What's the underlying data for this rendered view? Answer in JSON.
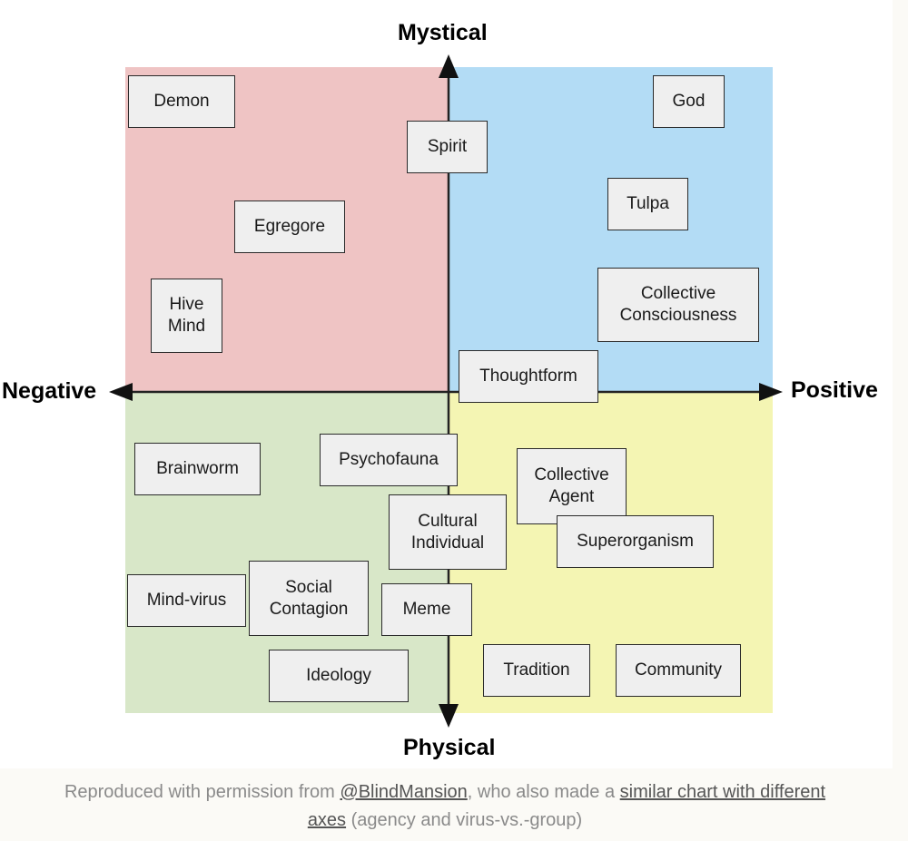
{
  "diagram": {
    "axis_labels": {
      "top": "Mystical",
      "bottom": "Physical",
      "left": "Negative",
      "right": "Positive"
    },
    "quadrant_colors": {
      "top_left": "#efc4c4",
      "top_right": "#b3dcf5",
      "bottom_left": "#d8e7c8",
      "bottom_right": "#f4f5b3"
    },
    "cards": {
      "demon": "Demon",
      "spirit": "Spirit",
      "god": "God",
      "tulpa": "Tulpa",
      "egregore": "Egregore",
      "hive_mind": "Hive\nMind",
      "collective_consciousness": "Collective\nConsciousness",
      "thoughtform": "Thoughtform",
      "brainworm": "Brainworm",
      "psychofauna": "Psychofauna",
      "collective_agent": "Collective\nAgent",
      "cultural_individual": "Cultural\nIndividual",
      "superorganism": "Superorganism",
      "mind_virus": "Mind-virus",
      "social_contagion": "Social\nContagion",
      "meme": "Meme",
      "ideology": "Ideology",
      "tradition": "Tradition",
      "community": "Community"
    }
  },
  "caption": {
    "text_before": "Reproduced with permission from ",
    "link_author": "@BlindMansion",
    "text_middle": ", who also made a ",
    "link_chart": "similar chart with different axes",
    "text_after": " (agency and virus-vs.-group)"
  }
}
